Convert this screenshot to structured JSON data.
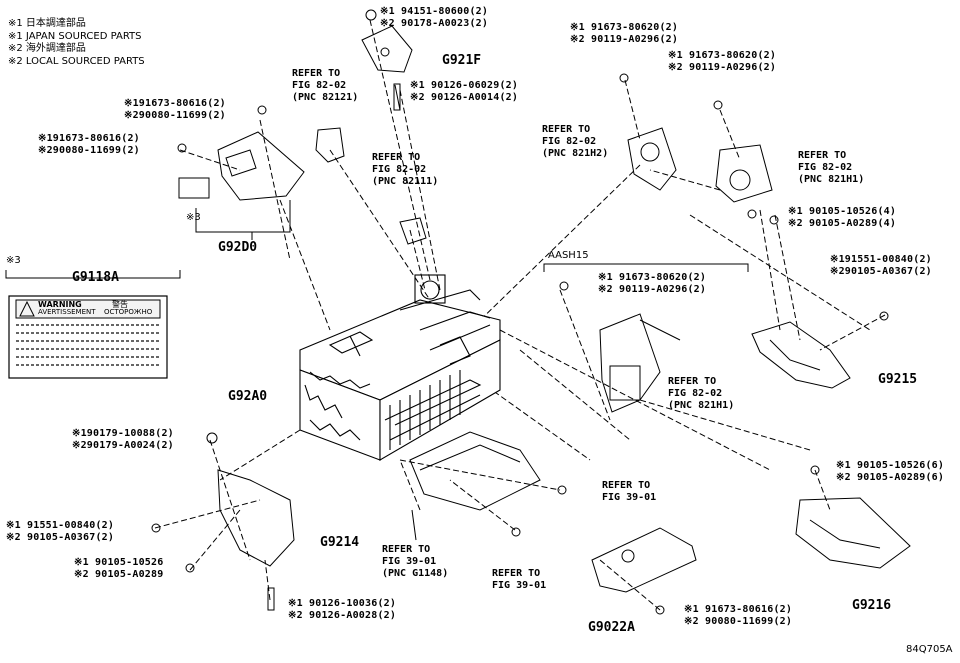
{
  "legend": {
    "l1": "※1 日本調達部品",
    "l2": "※1 JAPAN SOURCED PARTS",
    "l3": "※2 海外調達部品",
    "l4": "※2 LOCAL SOURCED PARTS"
  },
  "label_note": {
    "mark": "※3",
    "part": "G9118A",
    "warning_en": "WARNING",
    "warning_fr": "AVERTISSEMENT",
    "warning_jp": "警告",
    "warning_ru": "ОСТОРОЖНО"
  },
  "fasteners": {
    "f1": [
      "※1 94151-80600(2)",
      "※2 90178-A0023(2)"
    ],
    "f2": [
      "※1 90126-06029(2)",
      "※2 90126-A0014(2)"
    ],
    "f3": [
      "※1 91673-80620(2)",
      "※2 90119-A0296(2)"
    ],
    "f4": [
      "※1 91673-80620(2)",
      "※2 90119-A0296(2)"
    ],
    "f5": [
      "※191673-80616(2)",
      "※290080-11699(2)"
    ],
    "f6": [
      "※191673-80616(2)",
      "※290080-11699(2)"
    ],
    "f7": [
      "※1 90105-10526(4)",
      "※2 90105-A0289(4)"
    ],
    "f8": [
      "※191551-00840(2)",
      "※290105-A0367(2)"
    ],
    "f9": [
      "※1 91673-80620(2)",
      "※2 90119-A0296(2)"
    ],
    "f10": [
      "※190179-10088(2)",
      "※290179-A0024(2)"
    ],
    "f11": [
      "※1 91551-00840(2)",
      "※2 90105-A0367(2)"
    ],
    "f12": [
      "※1 90105-10526",
      "※2 90105-A0289"
    ],
    "f13": [
      "※1 90126-10036(2)",
      "※2 90126-A0028(2)"
    ],
    "f14": [
      "※1 90105-10526(6)",
      "※2 90105-A0289(6)"
    ],
    "f15": [
      "※1 91673-80616(2)",
      "※2 90080-11699(2)"
    ]
  },
  "refs": {
    "r1": [
      "REFER TO",
      "FIG 82-02",
      "(PNC 82121)"
    ],
    "r2": [
      "REFER TO",
      "FIG 82-02",
      "(PNC 82111)"
    ],
    "r3": [
      "REFER TO",
      "FIG 82-02",
      "(PNC 821H2)"
    ],
    "r4": [
      "REFER TO",
      "FIG 82-02",
      "(PNC 821H1)"
    ],
    "r5": [
      "REFER TO",
      "FIG 82-02",
      "(PNC 821H1)"
    ],
    "r6": [
      "REFER TO",
      "FIG 39-01"
    ],
    "r7": [
      "REFER TO",
      "FIG 39-01",
      "(PNC G1148)"
    ],
    "r8": [
      "REFER TO",
      "FIG 39-01"
    ]
  },
  "parts": {
    "g921f": "G921F",
    "g92d0": "G92D0",
    "g92a0": "G92A0",
    "g9215": "G9215",
    "g9214": "G9214",
    "g9216": "G9216",
    "g9022a": "G9022A"
  },
  "notes": {
    "mark3": "※3",
    "aash15": "AASH15",
    "mark3_label": "※3"
  },
  "figure_code": "84Q705A"
}
